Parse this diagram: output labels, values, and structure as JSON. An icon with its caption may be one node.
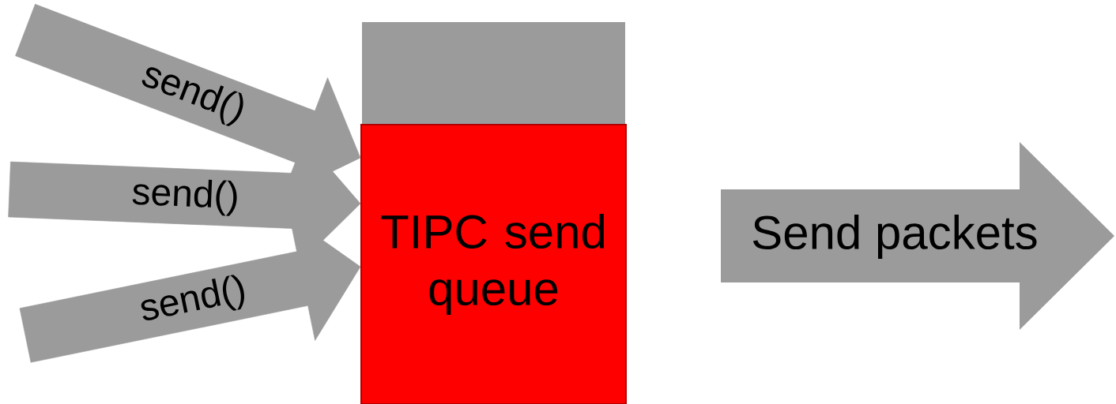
{
  "diagram": {
    "nodes": [
      {
        "text": [],
        "shape": "box"
      },
      {
        "text": [
          "TIPC send queue"
        ]
      },
      {
        "text": [
          "Send packets"
        ]
      }
    ],
    "edges": [
      {
        "from": null,
        "to": 1,
        "arrow": "to",
        "label": "send()",
        "style": "thick"
      },
      {
        "from": null,
        "to": 1,
        "arrow": "to",
        "label": "send()",
        "style": "thick"
      },
      {
        "from": null,
        "to": 1,
        "arrow": "to",
        "label": "send()",
        "style": "thick"
      }
    ]
  }
}
